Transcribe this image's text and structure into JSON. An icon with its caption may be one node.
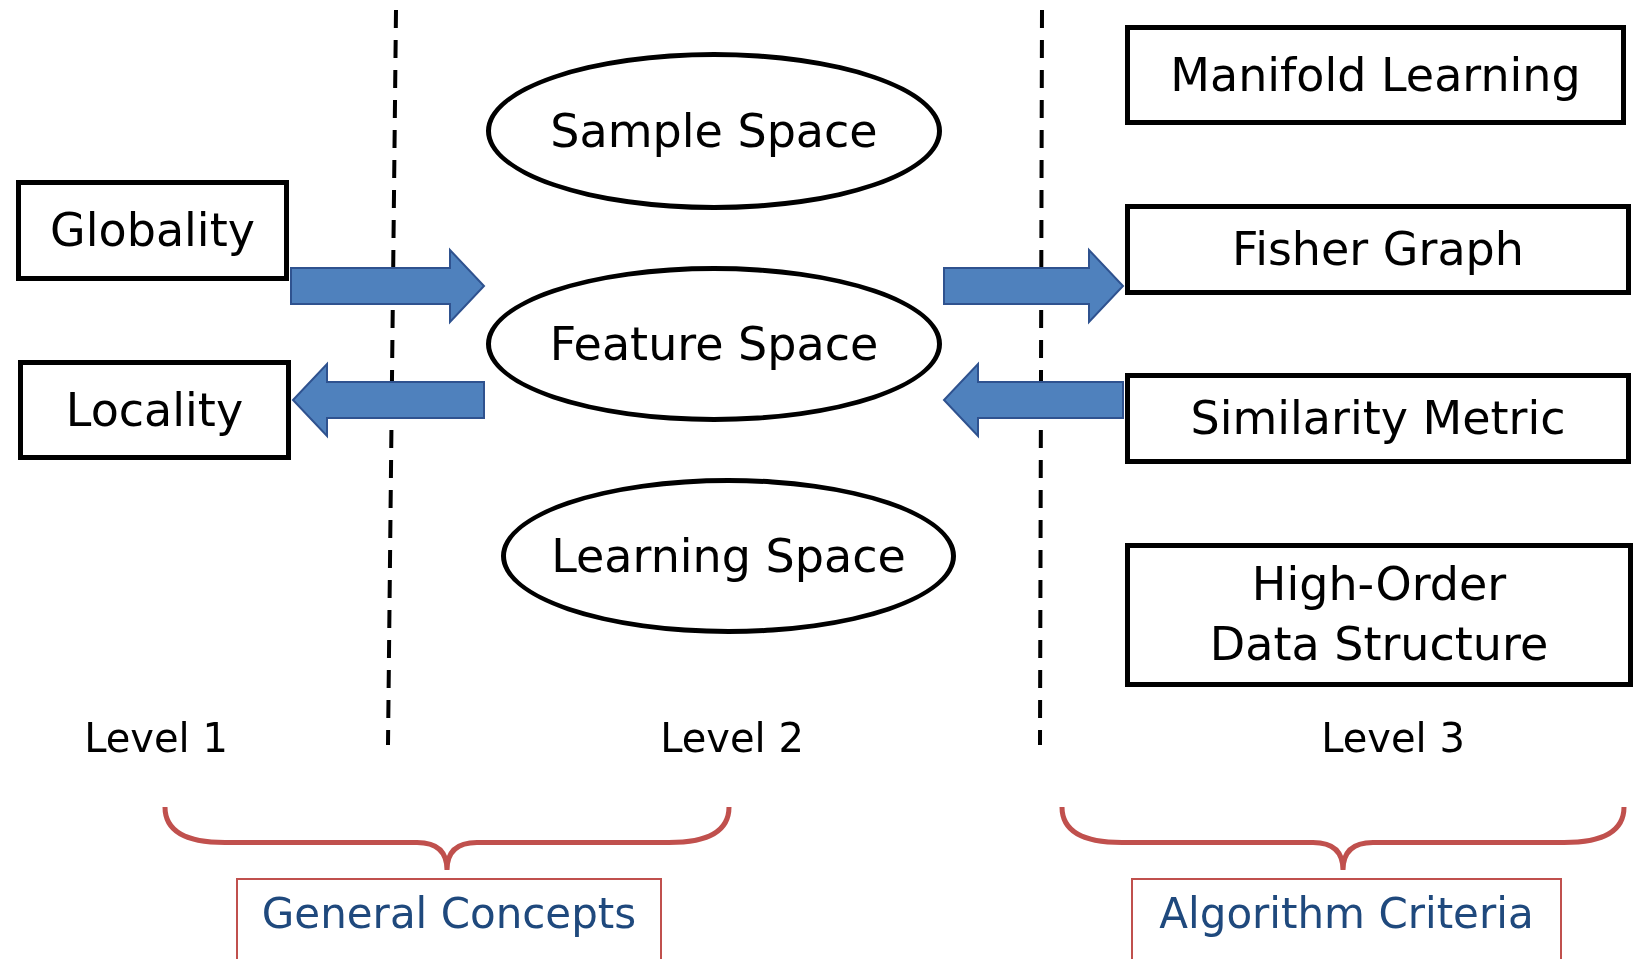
{
  "diagram": {
    "nodes": [
      {
        "text": [
          "Globality"
        ]
      },
      {
        "text": [
          "Locality"
        ]
      },
      {
        "text": [
          "Sample Space"
        ]
      },
      {
        "text": [
          "Feature Space"
        ]
      },
      {
        "text": [
          "Learning Space"
        ]
      },
      {
        "text": [
          "Manifold Learning"
        ]
      },
      {
        "text": [
          "Fisher Graph"
        ]
      },
      {
        "text": [
          "Similarity Metric"
        ]
      },
      {
        "text": [
          "High-Order Data Structure"
        ]
      },
      {
        "text": [
          "General Concepts"
        ]
      },
      {
        "text": [
          "Algorithm Criteria"
        ]
      }
    ],
    "edges": [
      {
        "from": 0,
        "to": 3,
        "arrow": "to",
        "style": "thick",
        "color": "#4f81bd"
      },
      {
        "from": 3,
        "to": 1,
        "arrow": "to",
        "style": "thick",
        "color": "#4f81bd"
      },
      {
        "from": 3,
        "to": 6,
        "arrow": "to",
        "style": "thick",
        "color": "#4f81bd"
      },
      {
        "from": 7,
        "to": 3,
        "arrow": "to",
        "style": "thick",
        "color": "#4f81bd"
      }
    ],
    "labels": [
      "Level 1",
      "Level 2",
      "Level 3"
    ]
  }
}
